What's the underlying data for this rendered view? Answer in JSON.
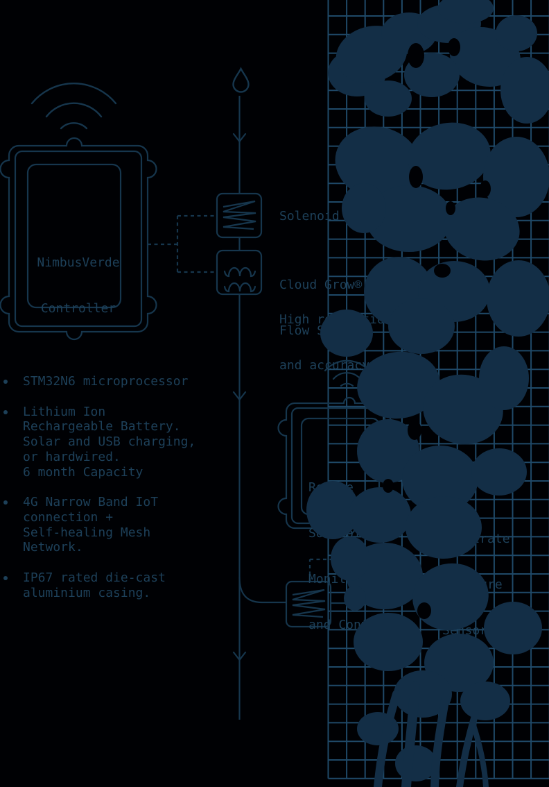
{
  "colors": {
    "background": "#000104",
    "line": "#16364d",
    "text": "#1d4059",
    "grid": "#1f4968",
    "plant": "#132e46"
  },
  "controller": {
    "label_line1": "NimbusVerde",
    "label_line2": "Controller"
  },
  "flow_column": {
    "solenoid_label": "Solenoid",
    "flow_sensor_name_line1": "Cloud Grow®",
    "flow_sensor_name_line2": "Flow Sensor",
    "flow_sensor_desc_line1": "High resolution",
    "flow_sensor_desc_line2": "and accuracy"
  },
  "remote_device": {
    "label_line1": "Remote",
    "label_line2": "Solenoid",
    "label_line3": "Monitoring",
    "label_line4": "and Control"
  },
  "substrate_sensor": {
    "label_line1": "Substrate",
    "label_line2": "Moisture",
    "label_line3": "Sensor"
  },
  "features": {
    "items": [
      {
        "lines": [
          "STM32N6 microprocessor"
        ]
      },
      {
        "lines": [
          "Lithium Ion",
          "Rechargeable Battery.",
          "Solar and USB charging,",
          "or hardwired.",
          "6 month Capacity"
        ]
      },
      {
        "lines": [
          "4G Narrow Band IoT",
          "connection +",
          "Self-healing Mesh",
          "Network."
        ]
      },
      {
        "lines": [
          "IP67 rated die-cast",
          "aluminium casing."
        ]
      }
    ]
  },
  "icons": {
    "wifi": "wifi-signal-arcs",
    "water_drop": "water-drop-outline",
    "solenoid": "coil-spring",
    "flow_sensor": "water-waves",
    "arrow": "down-arrow-chevron"
  }
}
